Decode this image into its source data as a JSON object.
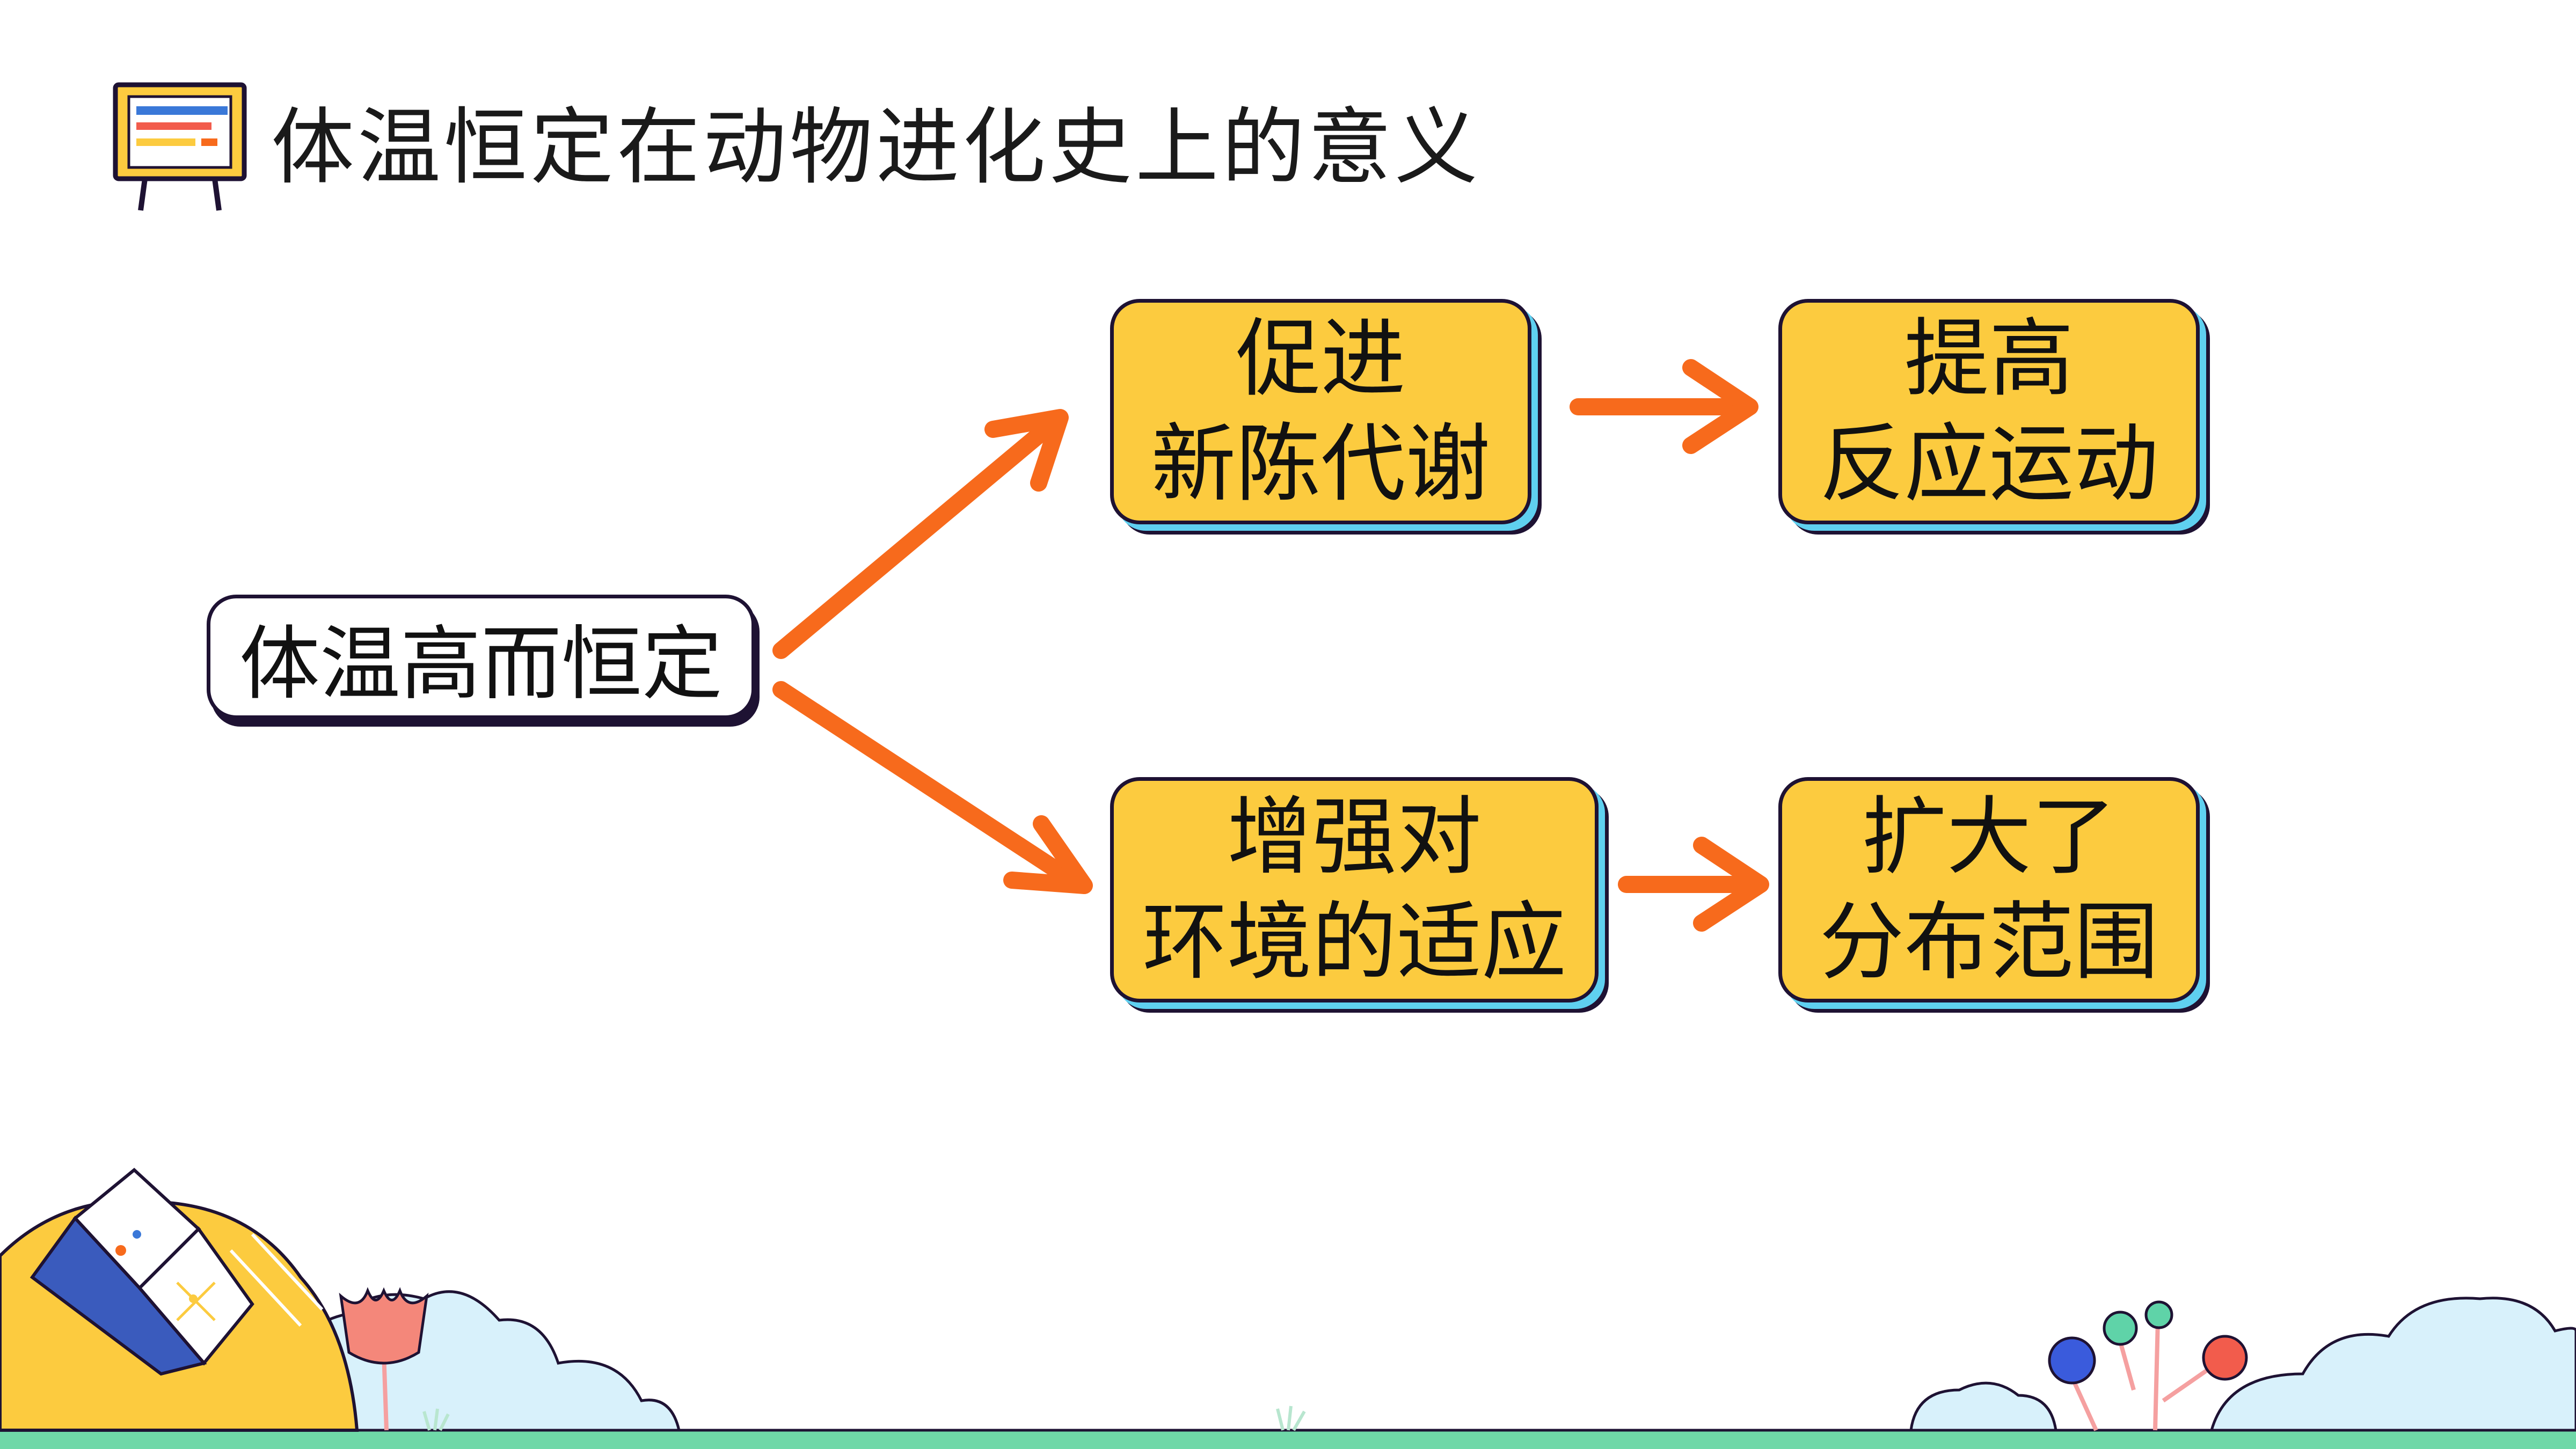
{
  "title": "体温恒定在动物进化史上的意义",
  "diagram": {
    "root": {
      "label": "体温高而恒定"
    },
    "branches": [
      {
        "cause": [
          "促进",
          "新陈代谢"
        ],
        "effect": [
          "提高",
          "反应运动"
        ]
      },
      {
        "cause": [
          "增强对",
          "环境的适应"
        ],
        "effect": [
          "扩大了",
          "分布范围"
        ]
      }
    ]
  },
  "colors": {
    "box_fill": "#fccb3f",
    "box_border": "#1e1233",
    "box_shadow": "#5fd0f0",
    "arrow": "#f76a1c"
  },
  "icons": {
    "title_icon": "presentation-board-icon",
    "decor_left": "open-book-icon",
    "decor_flower": "tulip-icon",
    "decor_right": "ball-tree-icon"
  }
}
